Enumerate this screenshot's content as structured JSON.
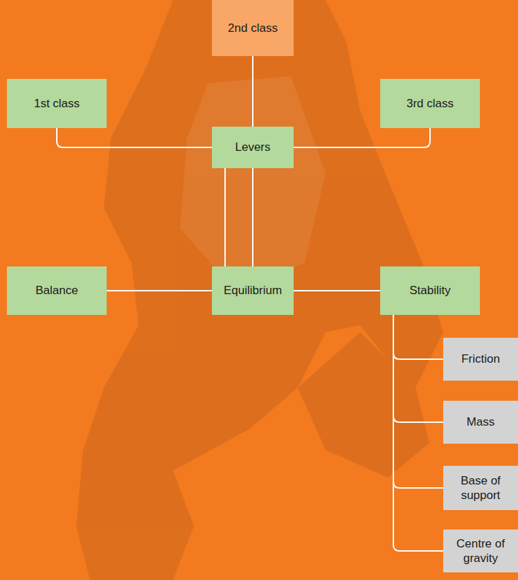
{
  "diagram": {
    "nodes": [
      {
        "text": [
          "2nd class"
        ]
      },
      {
        "text": [
          "1st class"
        ]
      },
      {
        "text": [
          "3rd class"
        ]
      },
      {
        "text": [
          "Levers"
        ]
      },
      {
        "text": [
          "Balance"
        ]
      },
      {
        "text": [
          "Equilibrium"
        ]
      },
      {
        "text": [
          "Stability"
        ]
      },
      {
        "text": [
          "Friction"
        ]
      },
      {
        "text": [
          "Mass"
        ]
      },
      {
        "text": [
          "Base of support"
        ]
      },
      {
        "text": [
          "Centre of gravity"
        ]
      }
    ],
    "edges": [
      {
        "from": 0,
        "to": 3,
        "arrow": "none"
      },
      {
        "from": 1,
        "to": 3,
        "arrow": "none"
      },
      {
        "from": 2,
        "to": 3,
        "arrow": "none"
      },
      {
        "from": 3,
        "to": 4,
        "arrow": "none"
      },
      {
        "from": 3,
        "to": 5,
        "arrow": "none"
      },
      {
        "from": 3,
        "to": 6,
        "arrow": "none"
      },
      {
        "from": 4,
        "to": 5,
        "arrow": "none"
      },
      {
        "from": 5,
        "to": 6,
        "arrow": "none"
      },
      {
        "from": 6,
        "to": 7,
        "arrow": "none"
      },
      {
        "from": 6,
        "to": 8,
        "arrow": "none"
      },
      {
        "from": 6,
        "to": 9,
        "arrow": "none"
      },
      {
        "from": 6,
        "to": 10,
        "arrow": "none"
      }
    ]
  }
}
